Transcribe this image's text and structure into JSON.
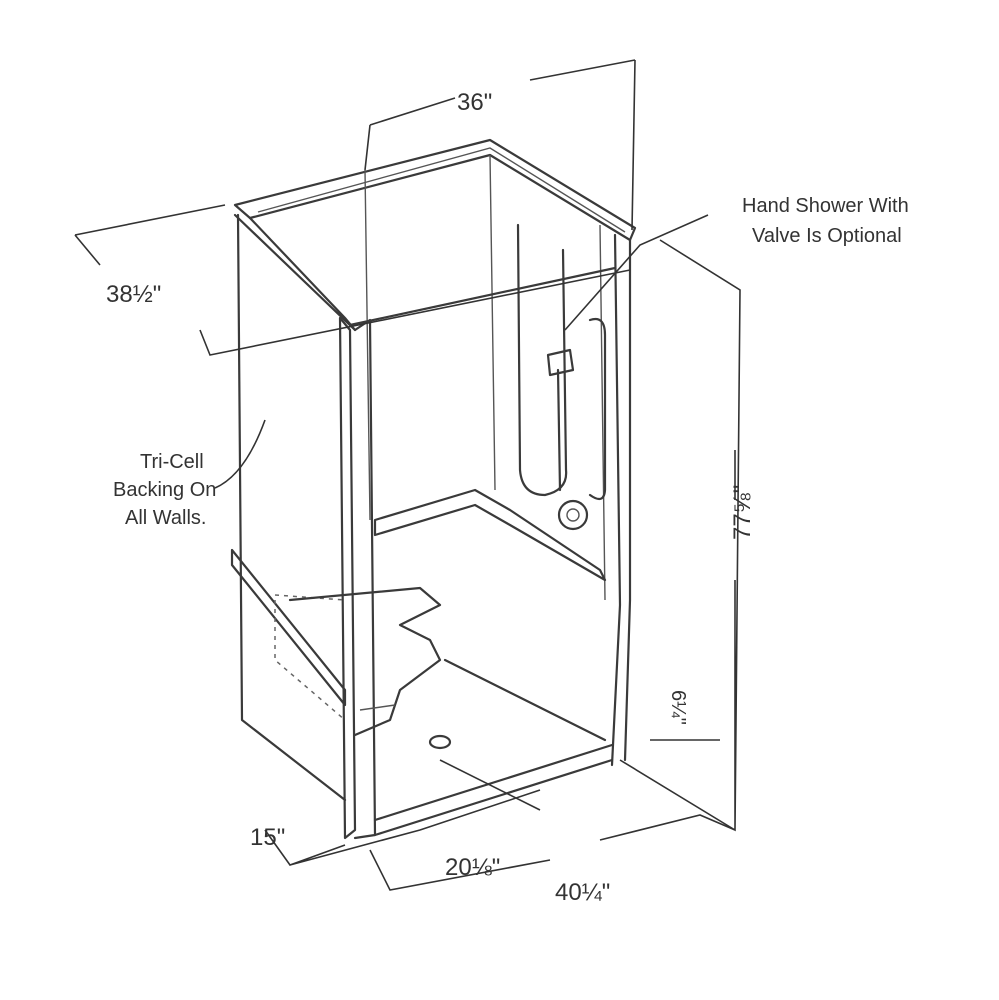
{
  "dimensions": {
    "width": "36\"",
    "depth": "38½\"",
    "height": "77⅝\"",
    "overall_width": "40¼\"",
    "drain_center": "20⅛\"",
    "drain_offset": "15\"",
    "threshold": "6¼\""
  },
  "callouts": {
    "hand_shower_line1": "Hand Shower With",
    "hand_shower_line2": "Valve Is Optional",
    "backing_line1": "Tri-Cell",
    "backing_line2": "Backing On",
    "backing_line3": "All Walls."
  },
  "colors": {
    "line": "#3a3a3a",
    "background": "#ffffff"
  }
}
